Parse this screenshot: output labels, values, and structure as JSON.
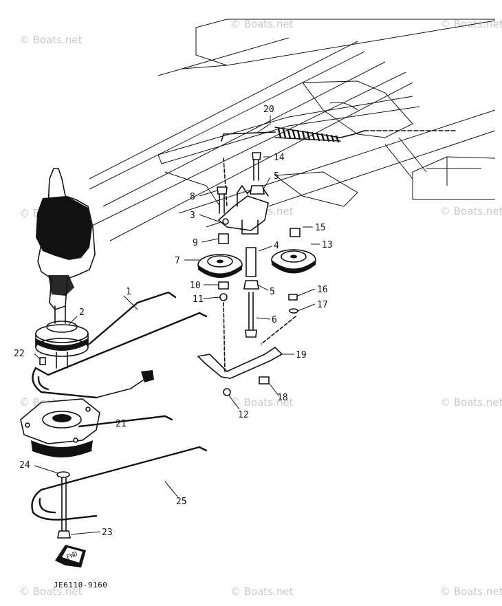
{
  "diagram": {
    "part_numbers": [
      "20",
      "14",
      "5",
      "8",
      "3",
      "15",
      "9",
      "4",
      "13",
      "7",
      "10",
      "5",
      "16",
      "11",
      "6",
      "17",
      "2",
      "22",
      "19",
      "21",
      "18",
      "12",
      "24",
      "25",
      "23",
      "1"
    ],
    "drawing_code": "JE6110-9160",
    "fwd_label": "FWD",
    "watermark": "© Boats.net"
  }
}
